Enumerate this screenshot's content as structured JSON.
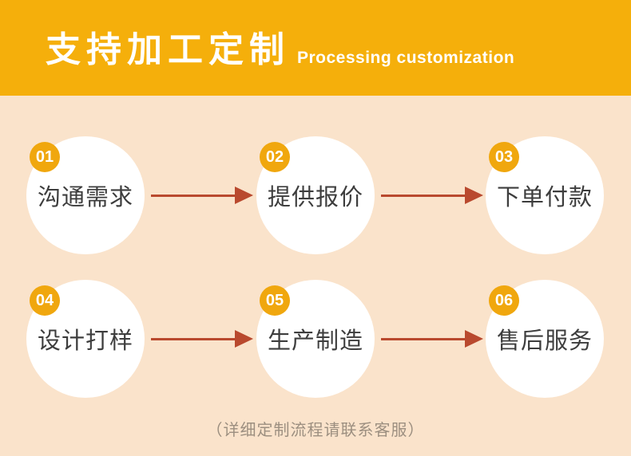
{
  "header": {
    "title_cn": "支持加工定制",
    "title_en": "Processing customization"
  },
  "steps": [
    {
      "number": "01",
      "label": "沟通需求"
    },
    {
      "number": "02",
      "label": "提供报价"
    },
    {
      "number": "03",
      "label": "下单付款"
    },
    {
      "number": "04",
      "label": "设计打样"
    },
    {
      "number": "05",
      "label": "生产制造"
    },
    {
      "number": "06",
      "label": "售后服务"
    }
  ],
  "footer": {
    "note": "（详细定制流程请联系客服）"
  },
  "colors": {
    "header_bg": "#F5AF0B",
    "page_bg": "#FAE3CB",
    "badge_bg": "#F0A70E",
    "circle_bg": "#FFFFFF",
    "arrow": "#B9492E",
    "step_text": "#3D3D3D",
    "note_text": "#9C8F80"
  }
}
